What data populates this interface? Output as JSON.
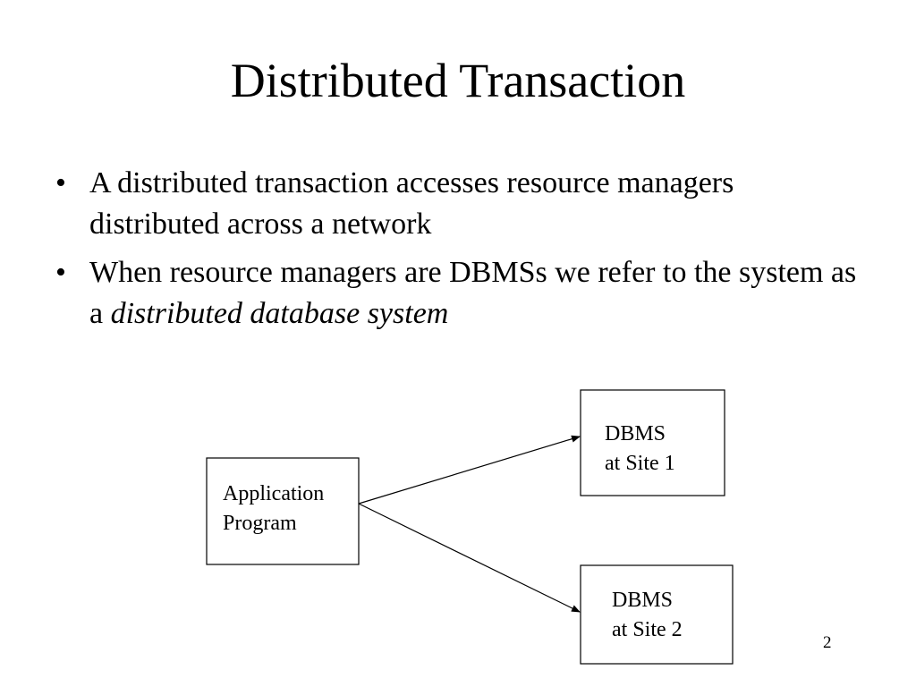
{
  "slide": {
    "title": "Distributed Transaction",
    "bullets": [
      {
        "text": "A distributed transaction accesses resource managers distributed across a network"
      },
      {
        "text": "When resource managers are DBMSs we refer to the system as a ",
        "emphasis": "distributed database system"
      }
    ],
    "page_number": "2"
  },
  "diagram": {
    "nodes": {
      "app": {
        "line1": "Application",
        "line2": "Program"
      },
      "dbms1": {
        "line1": "DBMS",
        "line2": "at Site 1"
      },
      "dbms2": {
        "line1": "DBMS",
        "line2": "at Site 2"
      }
    },
    "edges": [
      {
        "from": "app",
        "to": "dbms1"
      },
      {
        "from": "app",
        "to": "dbms2"
      }
    ]
  }
}
